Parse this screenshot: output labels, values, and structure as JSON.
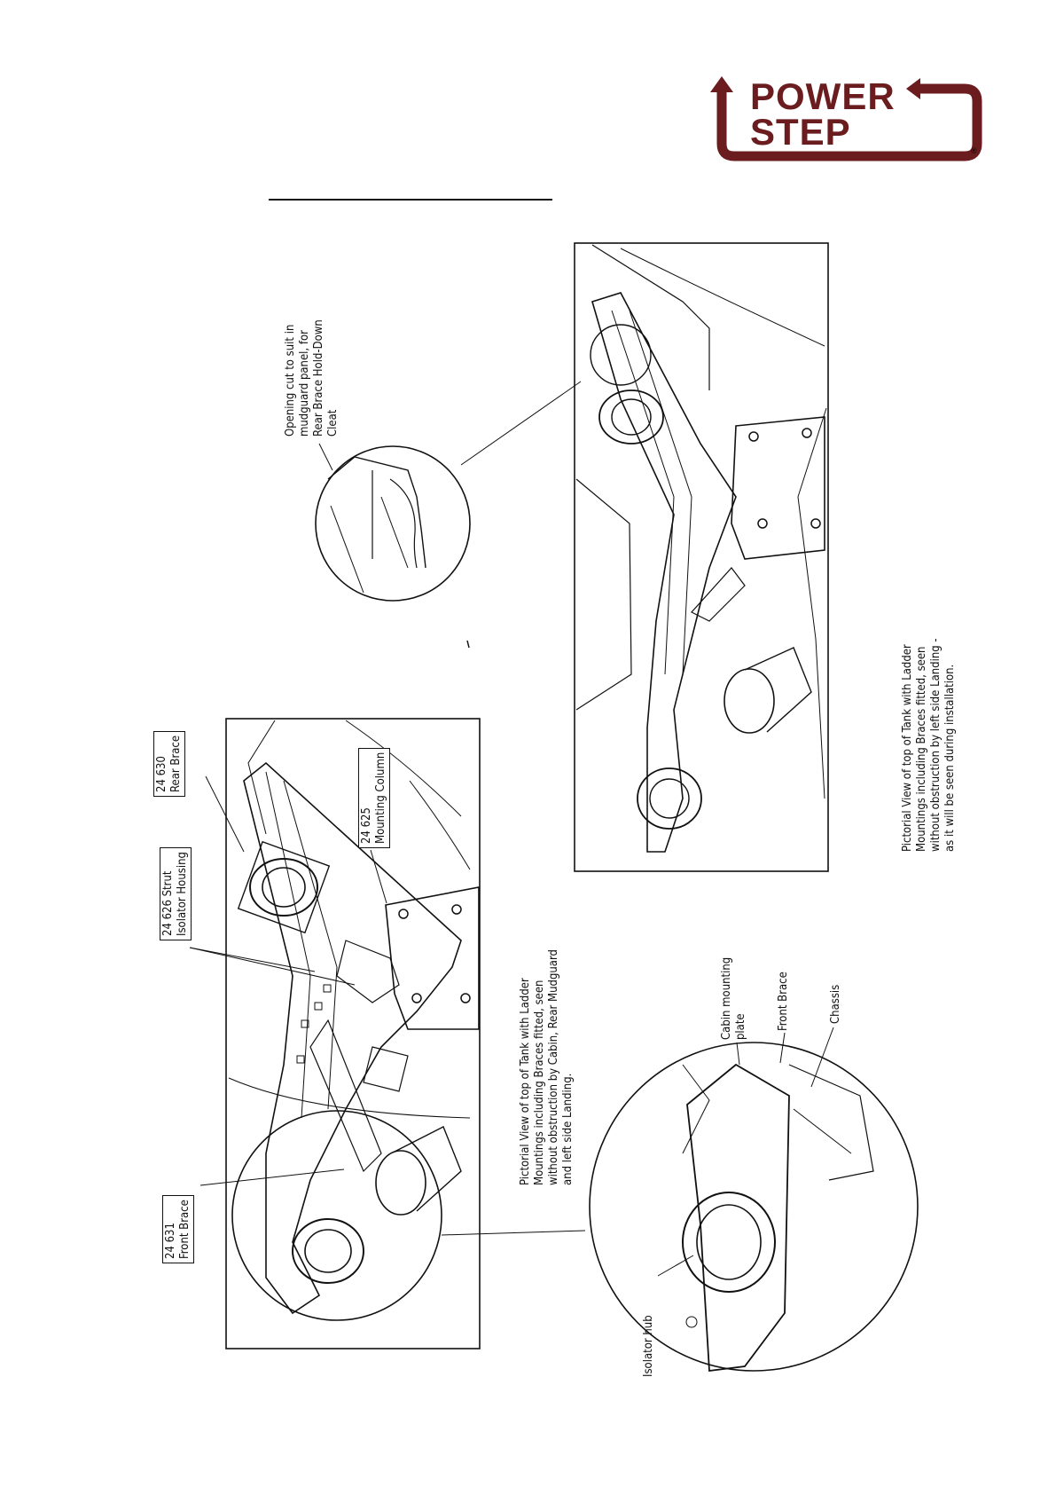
{
  "logo": {
    "line1": "POWER",
    "line2": "STEP",
    "reg": "®",
    "color": "#6b1c1f"
  },
  "labels": {
    "rear_brace": [
      "24  630",
      "Rear Brace"
    ],
    "strut": [
      "24  626   Strut",
      "Isolator Housing"
    ],
    "mounting_column": [
      "24  625",
      "Mounting  Column"
    ],
    "front_brace_part": [
      "24  631",
      "Front Brace"
    ],
    "opening_note": [
      "Opening  cut  to  suit  in",
      "mudguard  panel,  for",
      "Rear Brace  Hold-Down",
      "Cleat"
    ],
    "left_caption": [
      "Pictorial View  of  top  of  Tank  with  Ladder",
      "Mountings  including  Braces  fitted,  seen",
      "without  obstruction  by  Cabin, Rear  Mudguard",
      "and  left side  Landing."
    ],
    "right_caption": [
      "Pictorial View  of  top  of  Tank  with  Ladder",
      "Mountings  including  Braces  fitted,  seen",
      "without  obstruction  by  left side  Landing  -",
      "as  it  will  be  seen  during  installation."
    ],
    "cabin_plate": [
      "Cabin  mounting",
      "plate"
    ],
    "front_brace": "Front Brace",
    "chassis": "Chassis",
    "isolator_hub": "Isolator hub"
  }
}
